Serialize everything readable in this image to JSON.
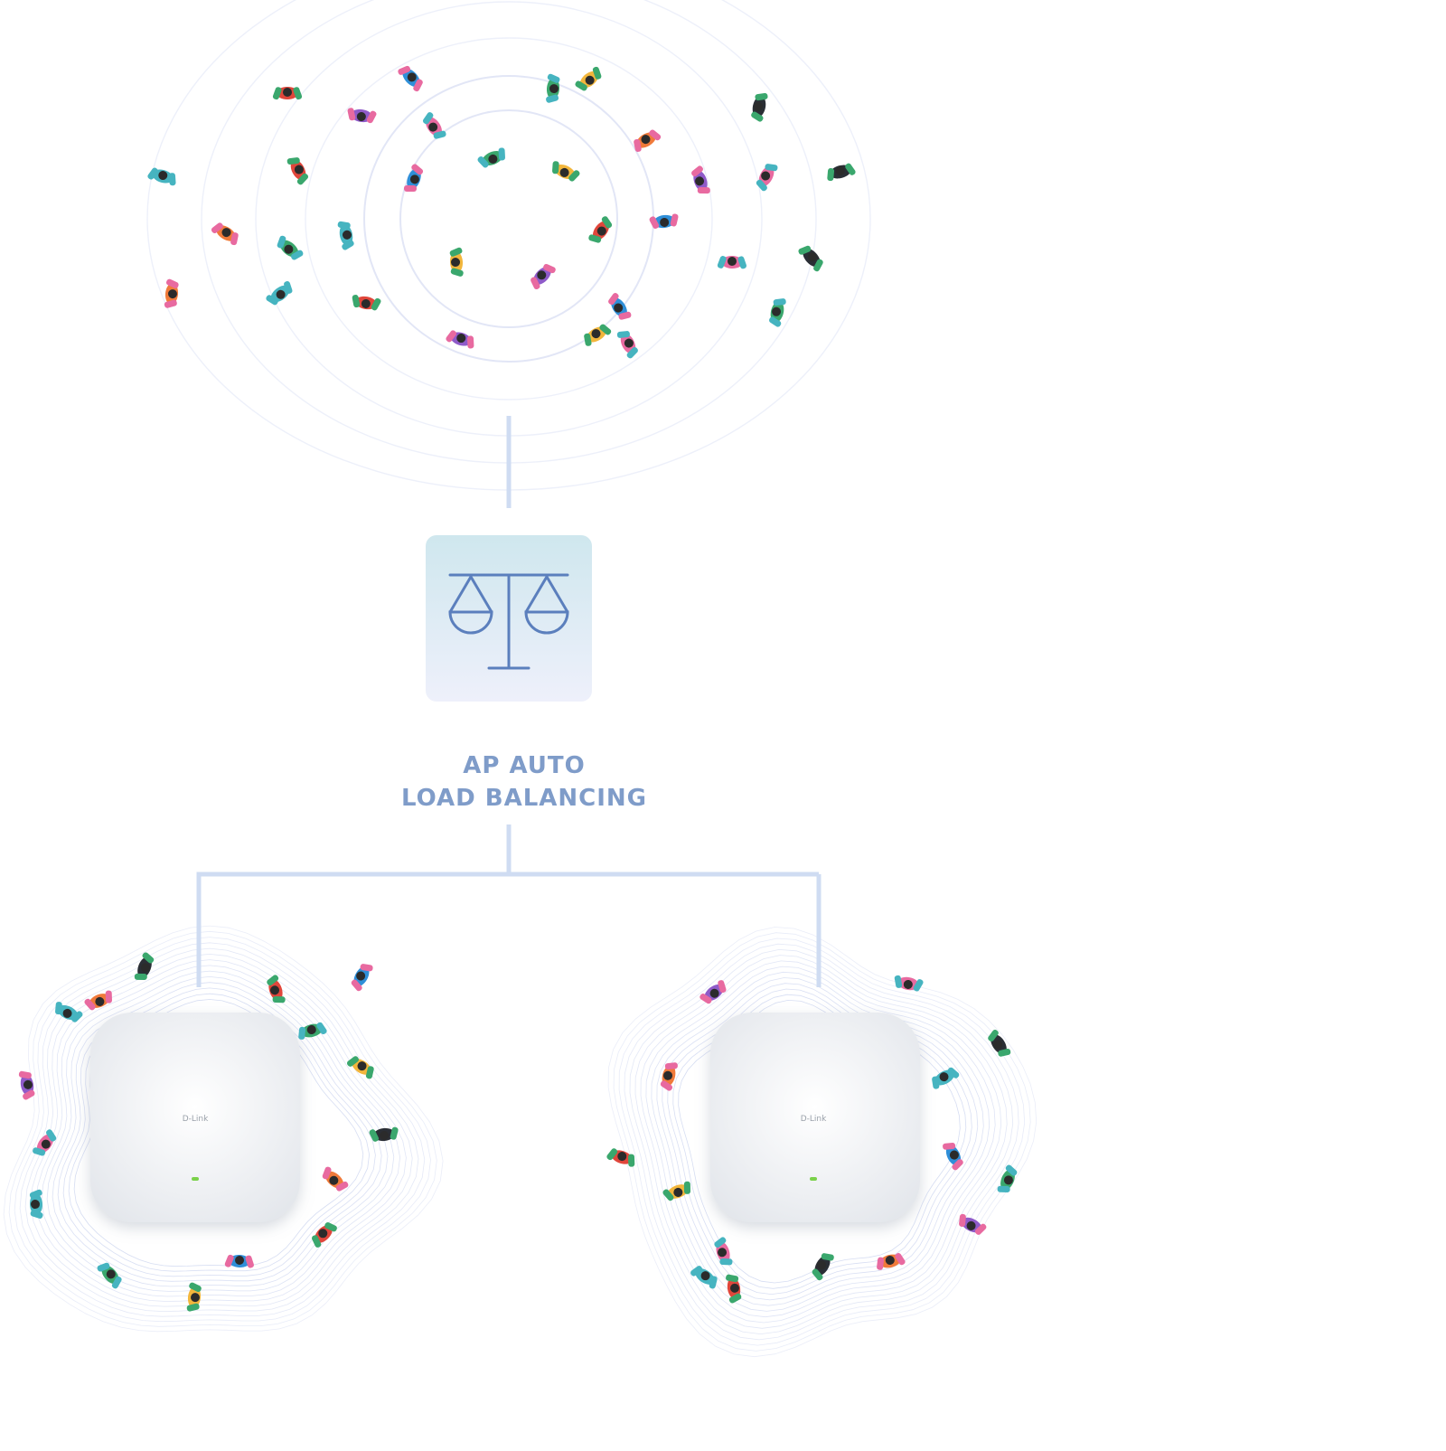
{
  "title": {
    "line1": "AP AUTO",
    "line2": "LOAD BALANCING"
  },
  "devices": [
    {
      "brand": "D-Link",
      "led_color": "#7ad14a"
    },
    {
      "brand": "D-Link",
      "led_color": "#7ad14a"
    }
  ],
  "icons": {
    "center": "balance-scale-icon",
    "person": "person-top-view-icon",
    "access_point": "wireless-access-point-icon"
  },
  "colors": {
    "label": "#7f9cc9",
    "connector": "#cfdcf2",
    "icon_stroke": "#5b7fbd",
    "tile_top": "#cfe7ee",
    "tile_bottom": "#eef0fb"
  }
}
